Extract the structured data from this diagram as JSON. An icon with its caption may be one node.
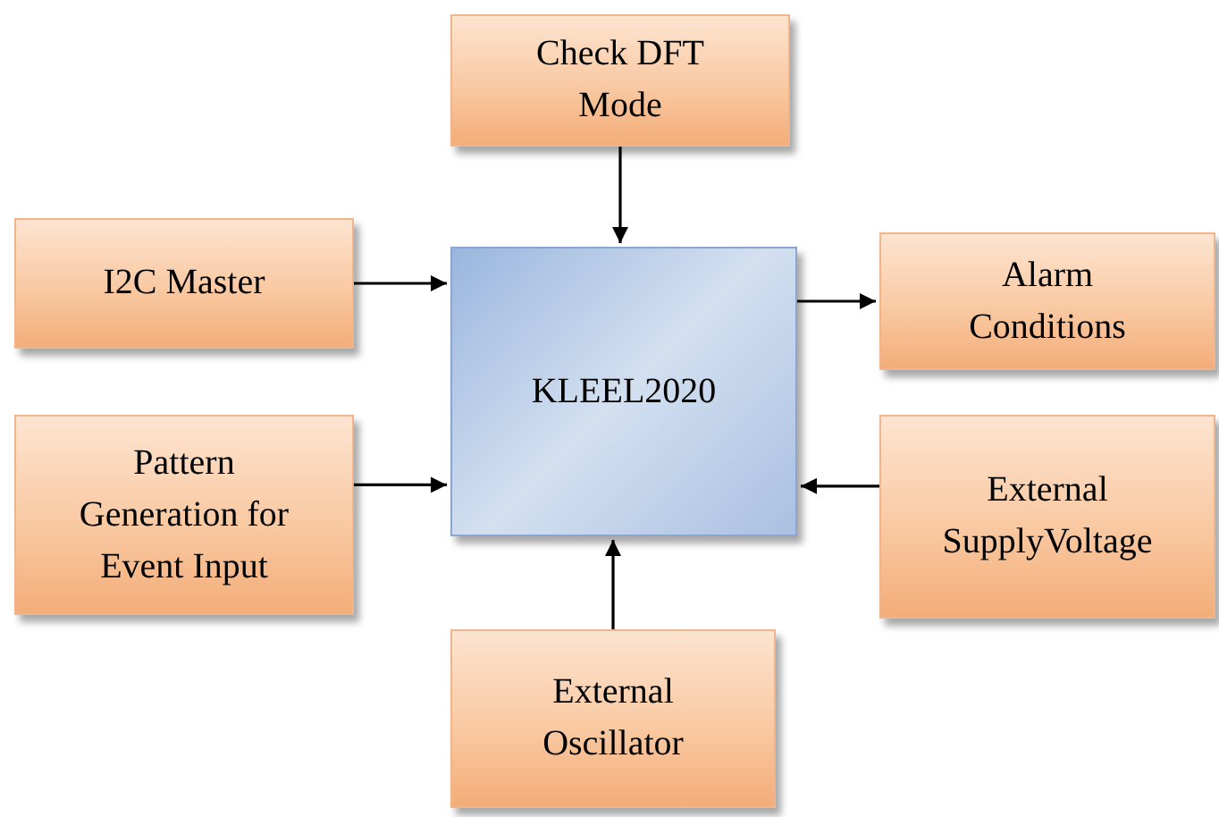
{
  "diagram": {
    "nodes": [
      {
        "text": [
          "Check DFT Mode"
        ]
      },
      {
        "text": [
          "I2C Master"
        ]
      },
      {
        "text": [
          "Pattern Generation for Event Input"
        ]
      },
      {
        "text": [
          "KLEEL2020"
        ]
      },
      {
        "text": [
          "Alarm Conditions"
        ]
      },
      {
        "text": [
          "External SupplyVoltage"
        ]
      },
      {
        "text": [
          "External Oscillator"
        ]
      }
    ],
    "edges": [
      {
        "from": 0,
        "to": 3,
        "arrow": "to"
      },
      {
        "from": 1,
        "to": 3,
        "arrow": "to"
      },
      {
        "from": 2,
        "to": 3,
        "arrow": "to"
      },
      {
        "from": 3,
        "to": 4,
        "arrow": "to"
      },
      {
        "from": 5,
        "to": 3,
        "arrow": "to"
      },
      {
        "from": 6,
        "to": 3,
        "arrow": "to"
      }
    ]
  }
}
